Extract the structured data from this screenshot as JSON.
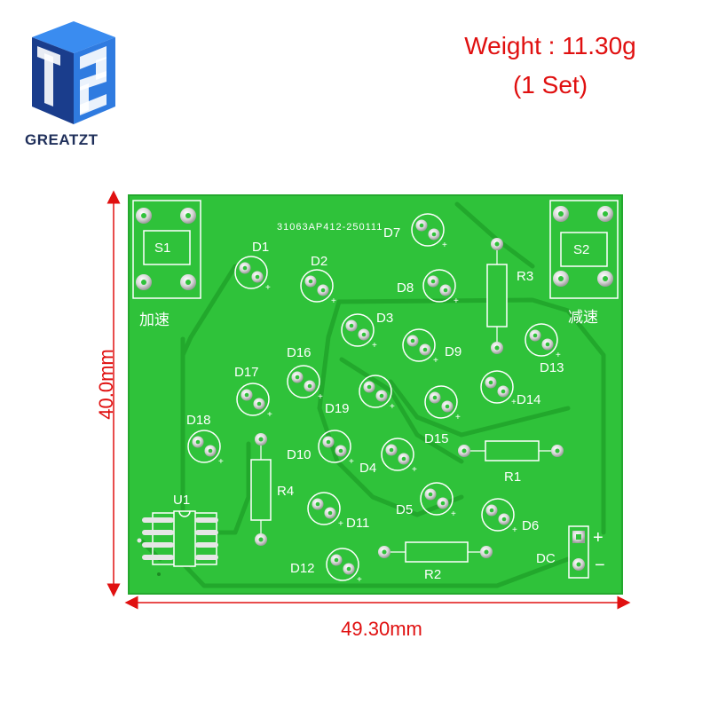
{
  "brand": {
    "name": "GREATZT",
    "colors": {
      "cube_dark": "#1a3d8c",
      "cube_light": "#2f7be0",
      "text": "#1f2f5a"
    }
  },
  "weight": {
    "line1": "Weight : 11.30g",
    "line2": "(1 Set)"
  },
  "dimensions": {
    "height": "40.0mm",
    "width": "49.30mm",
    "color": "#e01010"
  },
  "pcb": {
    "board_code": "31063AP412-250111",
    "board_color": "#2fc23a",
    "switch_labels": [
      "S1",
      "S2"
    ],
    "switch_captions": [
      "加速",
      "减速"
    ],
    "led_labels": [
      "D1",
      "D2",
      "D3",
      "D4",
      "D5",
      "D6",
      "D7",
      "D8",
      "D9",
      "D10",
      "D11",
      "D12",
      "D13",
      "D14",
      "D15",
      "D16",
      "D17",
      "D18",
      "D19"
    ],
    "resistor_labels": [
      "R1",
      "R2",
      "R3",
      "R4"
    ],
    "ic_label": "U1",
    "power_label": "DC",
    "power_plus": "+",
    "power_minus": "−"
  }
}
